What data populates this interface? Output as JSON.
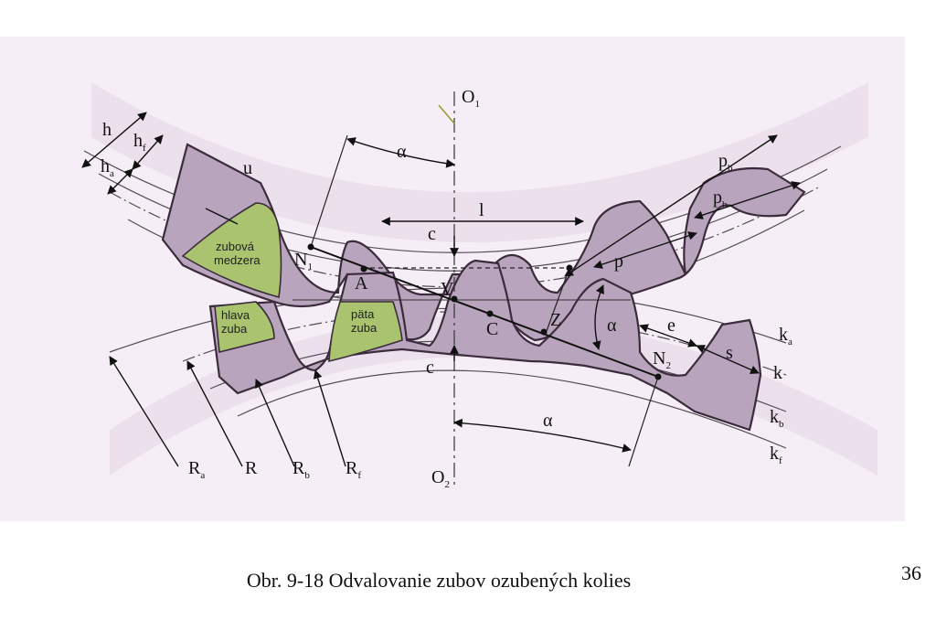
{
  "figure": {
    "caption": "Obr. 9-18  Odvalovanie zubov ozubených kolies",
    "page_number": "36"
  },
  "colors": {
    "background": "#f6eef6",
    "band": "#e9dbe9",
    "tooth_fill": "#b9a4bd",
    "green_fill": "#a9c36f",
    "outline": "#3b2b3b",
    "thin_line": "#554b55",
    "leader_green": "#9b9b2f"
  },
  "labels": {
    "O1": "O",
    "O1_sub": "1",
    "O2": "O",
    "O2_sub": "2",
    "h": "h",
    "hf": "h",
    "hf_sub": "f",
    "ha": "h",
    "ha_sub": "a",
    "u": "u",
    "alpha_top": "α",
    "alpha_mid": "α",
    "alpha_bottom": "α",
    "l": "l",
    "c_top": "c",
    "c_bottom": "c",
    "zubova": "zubová",
    "medzera": "medzera",
    "N1": "N",
    "N1_sub": "1",
    "N2": "N",
    "N2_sub": "2",
    "A": "A",
    "V": "V",
    "C": "C",
    "Z": "Z",
    "p": "p",
    "pb1": "p",
    "pb1_sub": "b",
    "pb2": "p",
    "pb2_sub": "b",
    "e": "e",
    "s": "s",
    "hlava": "hlava",
    "zuba1": "zuba",
    "pata": "päta",
    "zuba2": "zuba",
    "ka": "k",
    "ka_sub": "a",
    "k": "k",
    "kb": "k",
    "kb_sub": "b",
    "kf": "k",
    "kf_sub": "f",
    "Ra": "R",
    "Ra_sub": "a",
    "R": "R",
    "Rb": "R",
    "Rb_sub": "b",
    "Rf": "R",
    "Rf_sub": "f"
  }
}
